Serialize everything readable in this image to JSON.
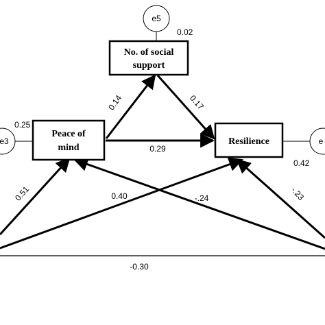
{
  "nodes": {
    "social_support": {
      "line1": "No. of social",
      "line2": "support",
      "r2": "0.02",
      "error": "e5"
    },
    "peace_of_mind": {
      "line1": "Peace of",
      "line2": "mind",
      "r2": "0.25",
      "error": "e3"
    },
    "resilience": {
      "label": "Resilience",
      "r2": "0.42",
      "error": "e"
    }
  },
  "paths": {
    "pom_to_ss": "0.14",
    "ss_to_res": "0.17",
    "pom_to_res": "0.29",
    "left_to_pom": "0.51",
    "left_to_res": "0.40",
    "right_to_pom": "-.24",
    "right_to_res": "-.23",
    "left_right": "-0.30"
  }
}
